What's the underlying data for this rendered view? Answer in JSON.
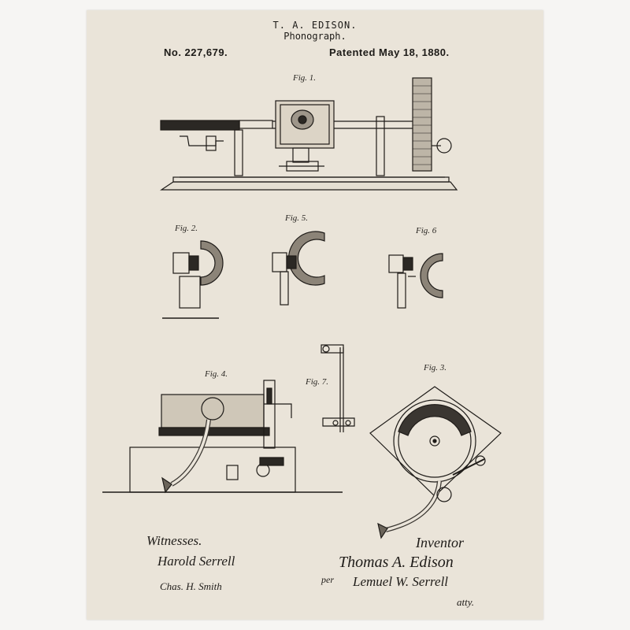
{
  "header": {
    "title": "T. A. EDISON.",
    "subtitle": "Phonograph.",
    "patent_number": "No. 227,679.",
    "patent_date": "Patented May 18, 1880."
  },
  "figures": {
    "fig1": "Fig. 1.",
    "fig2": "Fig. 2.",
    "fig3": "Fig. 3.",
    "fig4": "Fig. 4.",
    "fig5": "Fig. 5.",
    "fig6": "Fig. 6",
    "fig7": "Fig. 7."
  },
  "signatures": {
    "witnesses_label": "Witnesses.",
    "witness1": "Harold Serrell",
    "witness2": "Chas. H. Smith",
    "inventor_label": "Inventor",
    "inventor_name": "Thomas A. Edison",
    "per": "per",
    "attorney": "Lemuel W. Serrell",
    "atty": "atty."
  }
}
